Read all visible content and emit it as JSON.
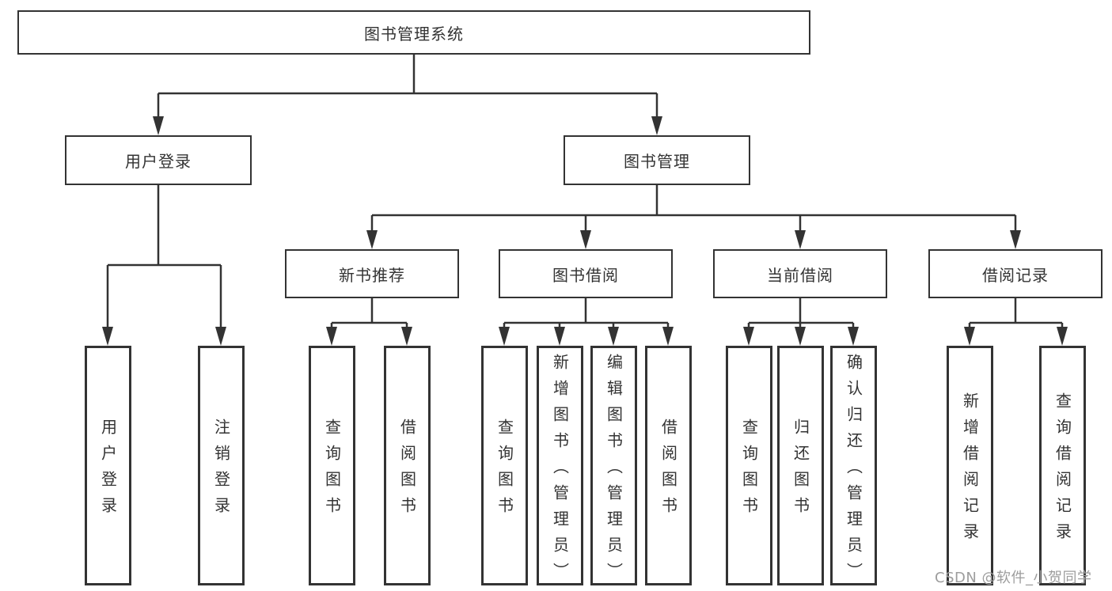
{
  "colors": {
    "line": "#333333",
    "text": "#333333",
    "box_background": "#ffffff",
    "page_background": "#ffffff",
    "watermark": "#9d9d9d"
  },
  "tree": {
    "label": "图书管理系统",
    "children": [
      {
        "label": "用户登录",
        "children": [
          {
            "label": "用户登录"
          },
          {
            "label": "注销登录"
          }
        ]
      },
      {
        "label": "图书管理",
        "children": [
          {
            "label": "新书推荐",
            "children": [
              {
                "label": "查询图书"
              },
              {
                "label": "借阅图书"
              }
            ]
          },
          {
            "label": "图书借阅",
            "children": [
              {
                "label": "查询图书"
              },
              {
                "label": "新增图书（管理员）"
              },
              {
                "label": "编辑图书（管理员）"
              },
              {
                "label": "借阅图书"
              }
            ]
          },
          {
            "label": "当前借阅",
            "children": [
              {
                "label": "查询图书"
              },
              {
                "label": "归还图书"
              },
              {
                "label": "确认归还（管理员）"
              }
            ]
          },
          {
            "label": "借阅记录",
            "children": [
              {
                "label": "新增借阅记录"
              },
              {
                "label": "查询借阅记录"
              }
            ]
          }
        ]
      }
    ]
  },
  "watermark": {
    "text": "CSDN @软件_小贺同学"
  }
}
